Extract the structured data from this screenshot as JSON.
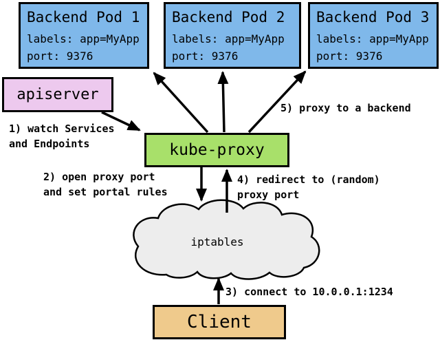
{
  "pods": [
    {
      "title": "Backend Pod 1",
      "labels_line": "labels: app=MyApp",
      "port_line": "port: 9376"
    },
    {
      "title": "Backend Pod 2",
      "labels_line": "labels: app=MyApp",
      "port_line": "port: 9376"
    },
    {
      "title": "Backend Pod 3",
      "labels_line": "labels: app=MyApp",
      "port_line": "port: 9376"
    }
  ],
  "nodes": {
    "apiserver": {
      "label": "apiserver",
      "color": "#edc9ee"
    },
    "kube_proxy": {
      "label": "kube-proxy",
      "color": "#a8e06a"
    },
    "iptables": {
      "label": "iptables",
      "color": "#ededed"
    },
    "client": {
      "label": "Client",
      "color": "#efca8c"
    },
    "backend_pod": {
      "color": "#7fb8ea"
    }
  },
  "annotations": {
    "step1": {
      "text": "1) watch Services\nand Endpoints"
    },
    "step2": {
      "text": "2) open proxy port\nand set portal rules"
    },
    "step3": {
      "text": "3) connect to 10.0.0.1:1234"
    },
    "step4": {
      "text": "4) redirect to (random)\nproxy port"
    },
    "step5": {
      "text": "5) proxy to a backend"
    }
  },
  "colors": {
    "outline": "#000000",
    "background": "#ffffff"
  }
}
